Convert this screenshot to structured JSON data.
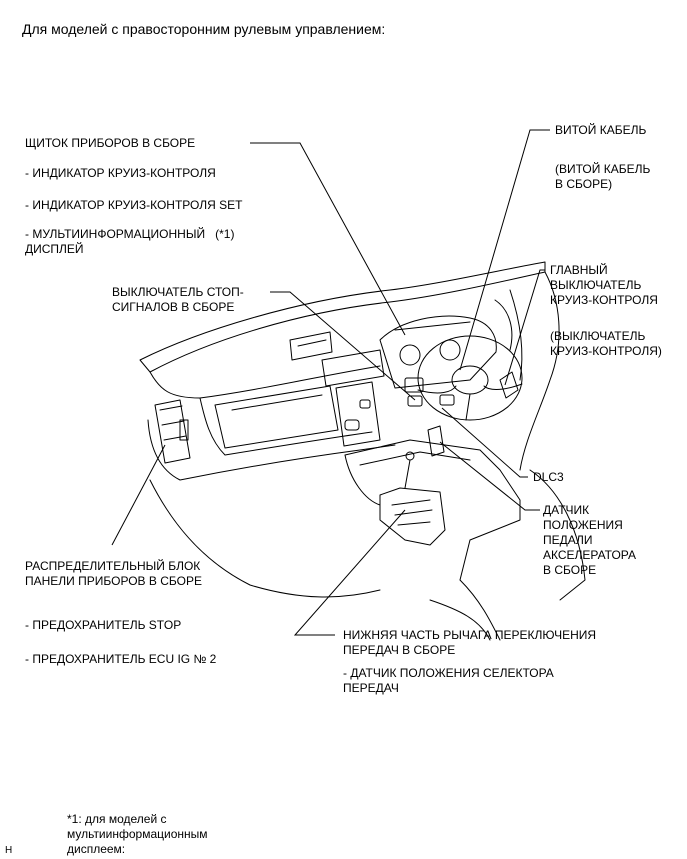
{
  "title": "Для моделей с правосторонним рулевым управлением:",
  "labels": {
    "cluster": "ЩИТОК ПРИБОРОВ В СБОРЕ",
    "cluster_sub1": "- ИНДИКАТОР КРУИЗ-КОНТРОЛЯ",
    "cluster_sub2": "- ИНДИКАТОР КРУИЗ-КОНТРОЛЯ SET",
    "cluster_sub3_a": "- МУЛЬТИИНФОРМАЦИОННЫЙ",
    "cluster_sub3_note": "(*1)",
    "cluster_sub3_b": "ДИСПЛЕЙ",
    "spiral": "ВИТОЙ КАБЕЛЬ",
    "spiral_alt_1": "(ВИТОЙ КАБЕЛЬ",
    "spiral_alt_2": "В СБОРЕ)",
    "stop_sw_1": "ВЫКЛЮЧАТЕЛЬ СТОП-",
    "stop_sw_2": "СИГНАЛОВ В СБОРЕ",
    "main_sw_1": "ГЛАВНЫЙ",
    "main_sw_2": "ВЫКЛЮЧАТЕЛЬ",
    "main_sw_3": "КРУИЗ-КОНТРОЛЯ",
    "main_sw_alt_1": "(ВЫКЛЮЧАТЕЛЬ",
    "main_sw_alt_2": "КРУИЗ-КОНТРОЛЯ)",
    "dlc": "DLC3",
    "accel_1": "ДАТЧИК",
    "accel_2": "ПОЛОЖЕНИЯ",
    "accel_3": "ПЕДАЛИ",
    "accel_4": "АКСЕЛЕРАТОРА",
    "accel_5": "В СБОРЕ",
    "junction_1": "РАСПРЕДЕЛИТЕЛЬНЫЙ БЛОК",
    "junction_2": "ПАНЕЛИ ПРИБОРОВ В СБОРЕ",
    "fuse_stop": "- ПРЕДОХРАНИТЕЛЬ STOP",
    "fuse_ecu": "- ПРЕДОХРАНИТЕЛЬ ECU IG № 2",
    "shift_1": "НИЖНЯЯ ЧАСТЬ РЫЧАГА ПЕРЕКЛЮЧЕНИЯ",
    "shift_2": "ПЕРЕДАЧ В СБОРЕ",
    "shift_sub_1": "- ДАТЧИК ПОЛОЖЕНИЯ СЕЛЕКТОРА",
    "shift_sub_2": "ПЕРЕДАЧ"
  },
  "footnote": {
    "line1": "*1: для моделей с",
    "line2": "мультиинформационным",
    "line3": "дисплеем:"
  },
  "corner_mark": "H"
}
